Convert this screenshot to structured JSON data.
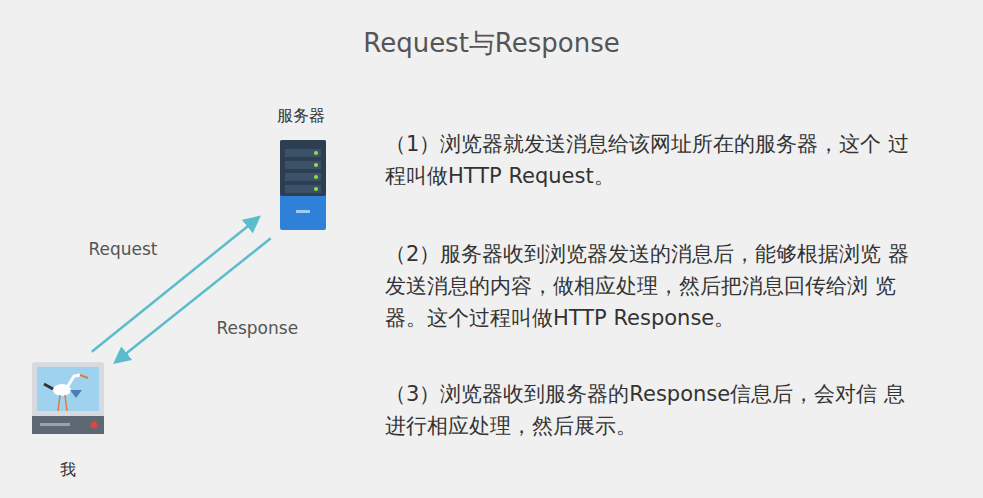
{
  "diagram": {
    "title": "Request与Response",
    "nodes": [
      {
        "text": [
          "服务器"
        ]
      },
      {
        "text": [
          "我"
        ]
      }
    ],
    "edges": [
      {
        "from": 1,
        "to": 0,
        "label": "Request",
        "arrow": "to"
      },
      {
        "from": 0,
        "to": 1,
        "label": "Response",
        "arrow": "to"
      }
    ],
    "labels": [
      "（1）浏览器就发送消息给该网址所在的服务器，这个 过程叫做HTTP Request。",
      "（2）服务器收到浏览器发送的消息后，能够根据浏览 器发送消息的内容，做相应处理，然后把消息回传给浏 览器。这个过程叫做HTTP Response。",
      "（3）浏览器收到服务器的Response信息后，会对信 息进行相应处理，然后展示。"
    ]
  }
}
